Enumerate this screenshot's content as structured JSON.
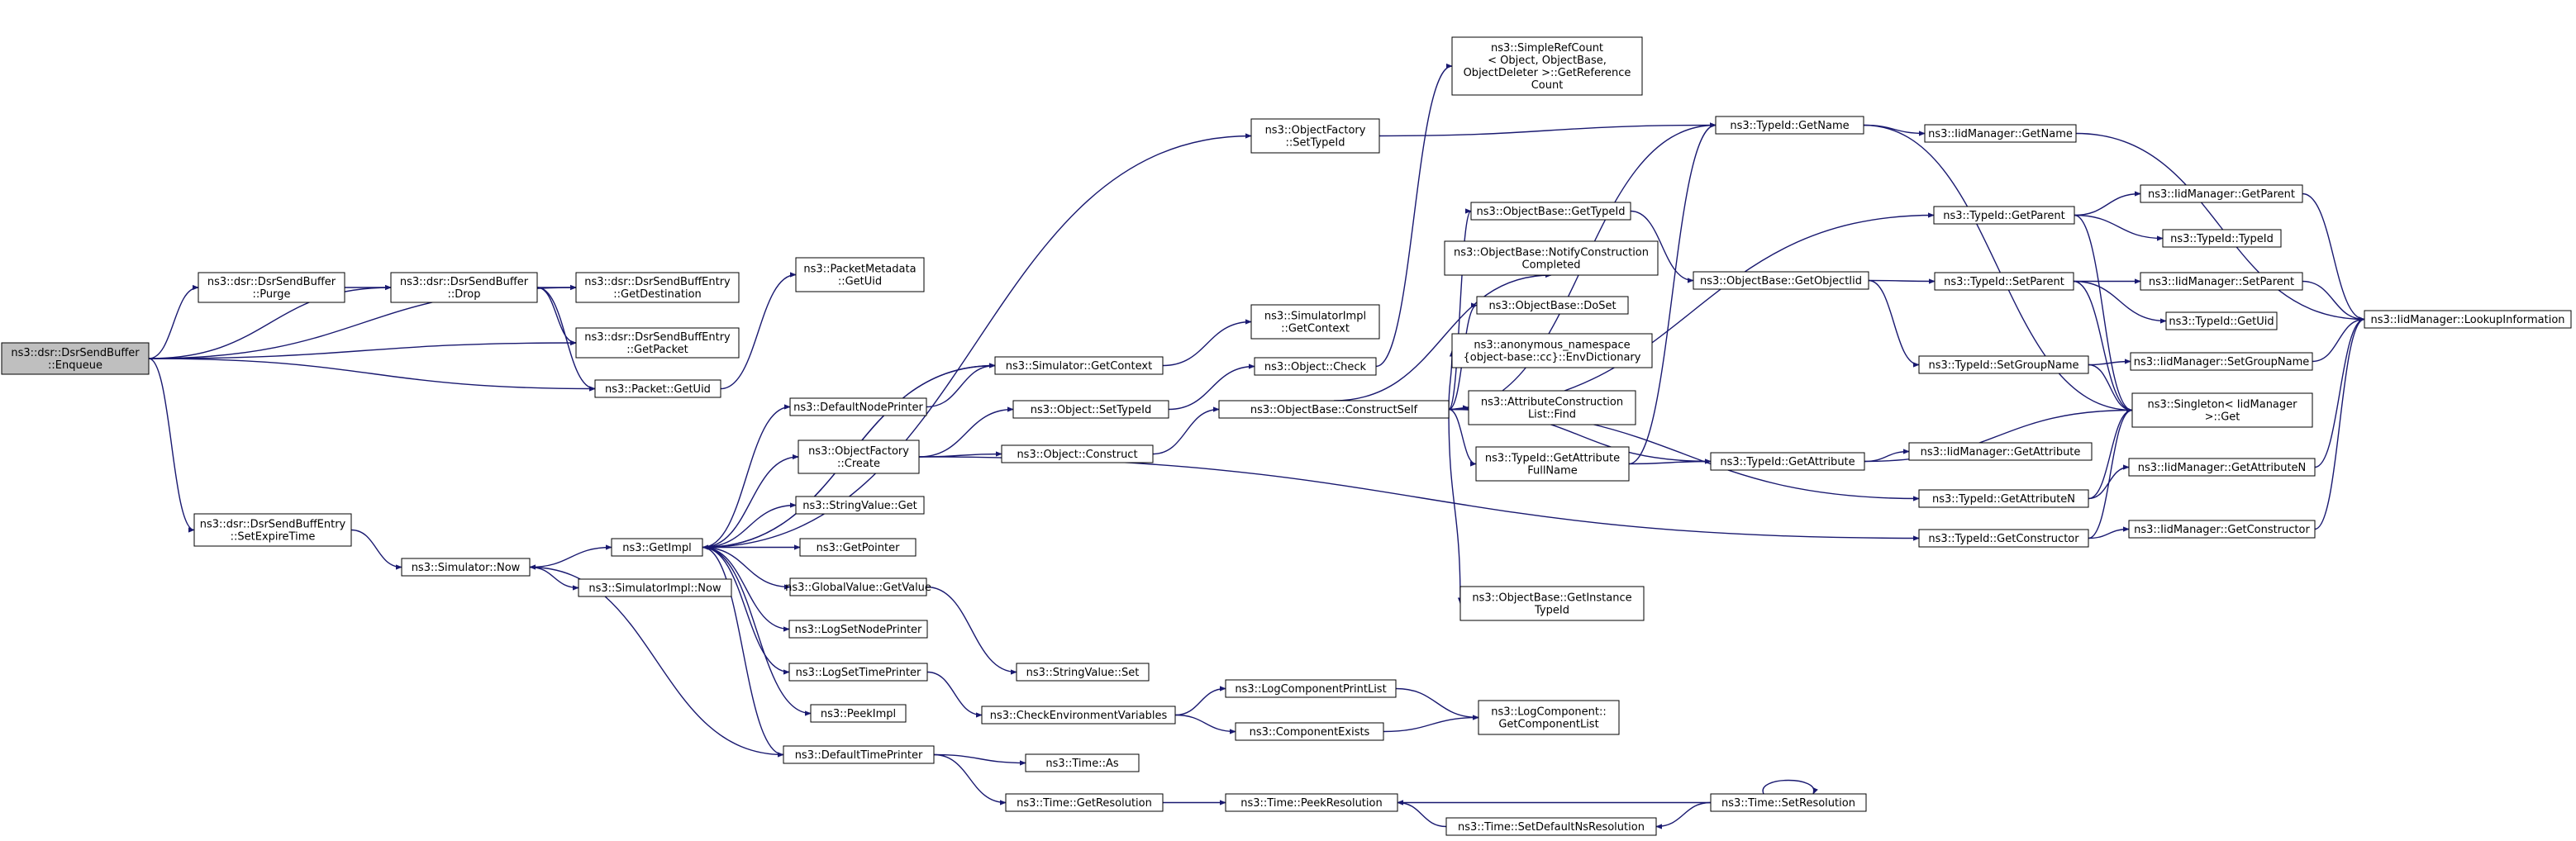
{
  "nodes": [
    {
      "id": "enqueue",
      "lines": [
        "ns3::dsr::DsrSendBuffer",
        "::Enqueue"
      ]
    },
    {
      "id": "purge",
      "lines": [
        "ns3::dsr::DsrSendBuffer",
        "::Purge"
      ]
    },
    {
      "id": "drop",
      "lines": [
        "ns3::dsr::DsrSendBuffer",
        "::Drop"
      ]
    },
    {
      "id": "getdest",
      "lines": [
        "ns3::dsr::DsrSendBuffEntry",
        "::GetDestination"
      ]
    },
    {
      "id": "getpacket",
      "lines": [
        "ns3::dsr::DsrSendBuffEntry",
        "::GetPacket"
      ]
    },
    {
      "id": "pktuid",
      "lines": [
        "ns3::Packet::GetUid"
      ]
    },
    {
      "id": "setexpire",
      "lines": [
        "ns3::dsr::DsrSendBuffEntry",
        "::SetExpireTime"
      ]
    },
    {
      "id": "simnow",
      "lines": [
        "ns3::Simulator::Now"
      ]
    },
    {
      "id": "getimpl",
      "lines": [
        "ns3::GetImpl"
      ]
    },
    {
      "id": "simimplnow",
      "lines": [
        "ns3::SimulatorImpl::Now"
      ]
    },
    {
      "id": "pmuid",
      "lines": [
        "ns3::PacketMetadata",
        "::GetUid"
      ]
    },
    {
      "id": "defnode",
      "lines": [
        "ns3::DefaultNodePrinter"
      ]
    },
    {
      "id": "ofcreate",
      "lines": [
        "ns3::ObjectFactory",
        "::Create"
      ]
    },
    {
      "id": "svget",
      "lines": [
        "ns3::StringValue::Get"
      ]
    },
    {
      "id": "getptr",
      "lines": [
        "ns3::GetPointer"
      ]
    },
    {
      "id": "gvget",
      "lines": [
        "ns3::GlobalValue::GetValue"
      ]
    },
    {
      "id": "lsnode",
      "lines": [
        "ns3::LogSetNodePrinter"
      ]
    },
    {
      "id": "lstime",
      "lines": [
        "ns3::LogSetTimePrinter"
      ]
    },
    {
      "id": "peekimpl",
      "lines": [
        "ns3::PeekImpl"
      ]
    },
    {
      "id": "deftime",
      "lines": [
        "ns3::DefaultTimePrinter"
      ]
    },
    {
      "id": "ofsettype",
      "lines": [
        "ns3::ObjectFactory",
        "::SetTypeId"
      ]
    },
    {
      "id": "simgetctx",
      "lines": [
        "ns3::Simulator::GetContext"
      ]
    },
    {
      "id": "simimplctx",
      "lines": [
        "ns3::SimulatorImpl",
        "::GetContext"
      ]
    },
    {
      "id": "objcheck",
      "lines": [
        "ns3::Object::Check"
      ]
    },
    {
      "id": "objsettype",
      "lines": [
        "ns3::Object::SetTypeId"
      ]
    },
    {
      "id": "objconstruct",
      "lines": [
        "ns3::Object::Construct"
      ]
    },
    {
      "id": "svset",
      "lines": [
        "ns3::StringValue::Set"
      ]
    },
    {
      "id": "checkenv",
      "lines": [
        "ns3::CheckEnvironmentVariables"
      ]
    },
    {
      "id": "timeas",
      "lines": [
        "ns3::Time::As"
      ]
    },
    {
      "id": "timeres",
      "lines": [
        "ns3::Time::GetResolution"
      ]
    },
    {
      "id": "lcprint",
      "lines": [
        "ns3::LogComponentPrintList"
      ]
    },
    {
      "id": "compexists",
      "lines": [
        "ns3::ComponentExists"
      ]
    },
    {
      "id": "lcgetlist",
      "lines": [
        "ns3::LogComponent::",
        "GetComponentList"
      ]
    },
    {
      "id": "peekres",
      "lines": [
        "ns3::Time::PeekResolution"
      ]
    },
    {
      "id": "setdefns",
      "lines": [
        "ns3::Time::SetDefaultNsResolution"
      ]
    },
    {
      "id": "setres",
      "lines": [
        "ns3::Time::SetResolution"
      ]
    },
    {
      "id": "construct",
      "lines": [
        "ns3::ObjectBase::ConstructSelf"
      ]
    },
    {
      "id": "refcount",
      "lines": [
        "ns3::SimpleRefCount",
        "< Object, ObjectBase,",
        "ObjectDeleter >::GetReference",
        "Count"
      ]
    },
    {
      "id": "obgettype",
      "lines": [
        "ns3::ObjectBase::GetTypeId"
      ]
    },
    {
      "id": "obnotify",
      "lines": [
        "ns3::ObjectBase::NotifyConstruction",
        "Completed"
      ]
    },
    {
      "id": "obdoset",
      "lines": [
        "ns3::ObjectBase::DoSet"
      ]
    },
    {
      "id": "envdict",
      "lines": [
        "ns3::anonymous_namespace",
        "{object-base::cc}::EnvDictionary"
      ]
    },
    {
      "id": "acfind",
      "lines": [
        "ns3::AttributeConstruction",
        "List::Find"
      ]
    },
    {
      "id": "getattrfull",
      "lines": [
        "ns3::TypeId::GetAttribute",
        "FullName"
      ]
    },
    {
      "id": "obgetinst",
      "lines": [
        "ns3::ObjectBase::GetInstance",
        "TypeId"
      ]
    },
    {
      "id": "tidgetname",
      "lines": [
        "ns3::TypeId::GetName"
      ]
    },
    {
      "id": "obgettid",
      "lines": [
        "ns3::ObjectBase::GetObjectIid"
      ]
    },
    {
      "id": "tidgetattr",
      "lines": [
        "ns3::TypeId::GetAttribute"
      ]
    },
    {
      "id": "iidgetname",
      "lines": [
        "ns3::IidManager::GetName"
      ]
    },
    {
      "id": "tidgetparent",
      "lines": [
        "ns3::TypeId::GetParent"
      ]
    },
    {
      "id": "tidsetparent",
      "lines": [
        "ns3::TypeId::SetParent"
      ]
    },
    {
      "id": "tidsetgroup",
      "lines": [
        "ns3::TypeId::SetGroupName"
      ]
    },
    {
      "id": "tidgetattrn",
      "lines": [
        "ns3::TypeId::GetAttributeN"
      ]
    },
    {
      "id": "tidgetctor",
      "lines": [
        "ns3::TypeId::GetConstructor"
      ]
    },
    {
      "id": "iidgetparent",
      "lines": [
        "ns3::IidManager::GetParent"
      ]
    },
    {
      "id": "tidtypeid",
      "lines": [
        "ns3::TypeId::TypeId"
      ]
    },
    {
      "id": "iidsetparent",
      "lines": [
        "ns3::IidManager::SetParent"
      ]
    },
    {
      "id": "tidgetuid",
      "lines": [
        "ns3::TypeId::GetUid"
      ]
    },
    {
      "id": "iidsetgroup",
      "lines": [
        "ns3::IidManager::SetGroupName"
      ]
    },
    {
      "id": "singleton",
      "lines": [
        "ns3::Singleton< IidManager",
        ">::Get"
      ]
    },
    {
      "id": "iidgetattr",
      "lines": [
        "ns3::IidManager::GetAttribute"
      ]
    },
    {
      "id": "iidgetattrn",
      "lines": [
        "ns3::IidManager::GetAttributeN"
      ]
    },
    {
      "id": "iidgetctor",
      "lines": [
        "ns3::IidManager::GetConstructor"
      ]
    },
    {
      "id": "lookup",
      "lines": [
        "ns3::IidManager::LookupInformation"
      ]
    }
  ],
  "edges": [
    [
      "enqueue",
      "drop"
    ],
    [
      "enqueue",
      "purge"
    ],
    [
      "enqueue",
      "getdest"
    ],
    [
      "enqueue",
      "getpacket"
    ],
    [
      "enqueue",
      "pktuid"
    ],
    [
      "enqueue",
      "setexpire"
    ],
    [
      "purge",
      "drop"
    ],
    [
      "drop",
      "getdest"
    ],
    [
      "drop",
      "getpacket"
    ],
    [
      "drop",
      "pktuid"
    ],
    [
      "pktuid",
      "pmuid"
    ],
    [
      "setexpire",
      "simnow"
    ],
    [
      "simnow",
      "getimpl"
    ],
    [
      "simnow",
      "simimplnow"
    ],
    [
      "getimpl",
      "ofsettype"
    ],
    [
      "getimpl",
      "simgetctx"
    ],
    [
      "getimpl",
      "defnode"
    ],
    [
      "getimpl",
      "ofcreate"
    ],
    [
      "getimpl",
      "svget"
    ],
    [
      "getimpl",
      "getptr"
    ],
    [
      "getimpl",
      "gvget"
    ],
    [
      "getimpl",
      "lsnode"
    ],
    [
      "getimpl",
      "lstime"
    ],
    [
      "getimpl",
      "peekimpl"
    ],
    [
      "getimpl",
      "deftime"
    ],
    [
      "deftime",
      "simnow"
    ],
    [
      "deftime",
      "timeas"
    ],
    [
      "deftime",
      "timeres"
    ],
    [
      "defnode",
      "simgetctx"
    ],
    [
      "simgetctx",
      "getimpl"
    ],
    [
      "simgetctx",
      "simimplctx"
    ],
    [
      "ofsettype",
      "tidgetname"
    ],
    [
      "ofcreate",
      "objsettype"
    ],
    [
      "ofcreate",
      "objconstruct"
    ],
    [
      "ofcreate",
      "tidgetctor"
    ],
    [
      "objsettype",
      "objcheck"
    ],
    [
      "objcheck",
      "refcount"
    ],
    [
      "objconstruct",
      "construct"
    ],
    [
      "gvget",
      "svset"
    ],
    [
      "lstime",
      "checkenv"
    ],
    [
      "checkenv",
      "lcprint"
    ],
    [
      "checkenv",
      "compexists"
    ],
    [
      "lcprint",
      "lcgetlist"
    ],
    [
      "compexists",
      "lcgetlist"
    ],
    [
      "timeres",
      "peekres"
    ],
    [
      "setres",
      "peekres"
    ],
    [
      "setres",
      "setdefns"
    ],
    [
      "setres",
      "setres"
    ],
    [
      "setdefns",
      "peekres"
    ],
    [
      "construct",
      "tidgetname"
    ],
    [
      "construct",
      "obgettype"
    ],
    [
      "construct",
      "obnotify"
    ],
    [
      "construct",
      "obdoset"
    ],
    [
      "construct",
      "envdict"
    ],
    [
      "construct",
      "acfind"
    ],
    [
      "construct",
      "getattrfull"
    ],
    [
      "construct",
      "obgetinst"
    ],
    [
      "construct",
      "tidgetattr"
    ],
    [
      "construct",
      "tidgetparent"
    ],
    [
      "construct",
      "tidgetattrn"
    ],
    [
      "obgettype",
      "obgettid"
    ],
    [
      "obgettid",
      "tidsetparent"
    ],
    [
      "obgettid",
      "tidsetgroup"
    ],
    [
      "getattrfull",
      "tidgetname"
    ],
    [
      "getattrfull",
      "tidgetattr"
    ],
    [
      "tidgetname",
      "iidgetname"
    ],
    [
      "tidgetname",
      "singleton"
    ],
    [
      "iidgetname",
      "lookup"
    ],
    [
      "tidgetparent",
      "iidgetparent"
    ],
    [
      "tidgetparent",
      "tidtypeid"
    ],
    [
      "tidgetparent",
      "singleton"
    ],
    [
      "iidgetparent",
      "lookup"
    ],
    [
      "tidsetparent",
      "iidsetparent"
    ],
    [
      "tidsetparent",
      "tidgetuid"
    ],
    [
      "tidsetparent",
      "singleton"
    ],
    [
      "iidsetparent",
      "lookup"
    ],
    [
      "tidsetgroup",
      "iidsetgroup"
    ],
    [
      "tidsetgroup",
      "singleton"
    ],
    [
      "iidsetgroup",
      "lookup"
    ],
    [
      "tidgetattr",
      "iidgetattr"
    ],
    [
      "tidgetattr",
      "singleton"
    ],
    [
      "tidgetattrn",
      "iidgetattrn"
    ],
    [
      "tidgetattrn",
      "singleton"
    ],
    [
      "iidgetattrn",
      "lookup"
    ],
    [
      "tidgetctor",
      "iidgetctor"
    ],
    [
      "tidgetctor",
      "singleton"
    ],
    [
      "iidgetctor",
      "lookup"
    ]
  ],
  "colors": {
    "edge": "#191970",
    "root_fill": "#bfbfbf",
    "node_fill": "#ffffff"
  }
}
